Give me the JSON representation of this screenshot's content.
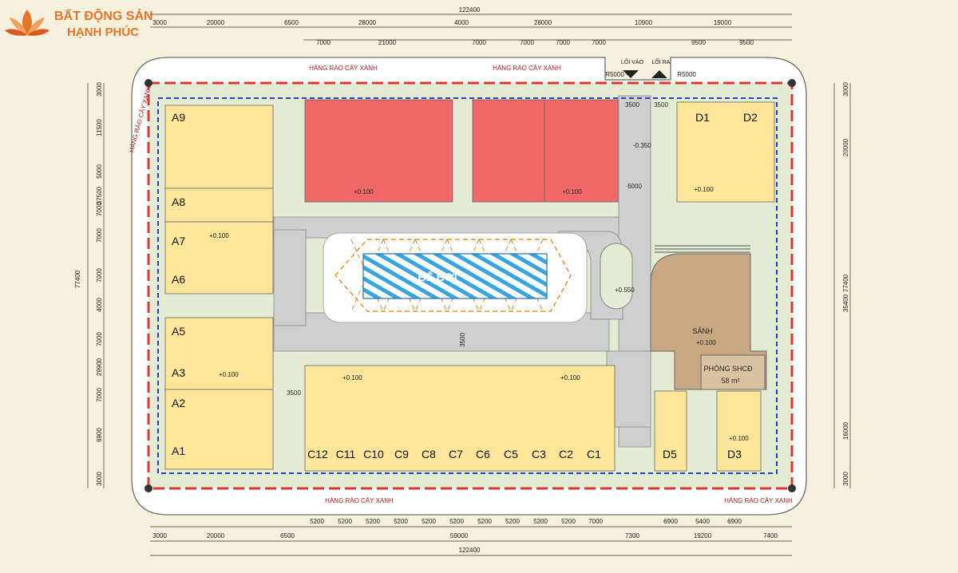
{
  "logo": {
    "line1": "BẤT ĐỘNG SẢN",
    "line2": "HẠNH PHÚC"
  },
  "colors": {
    "rowhouse": "#fde59a",
    "villa": "#f0686a",
    "community": "#c8a880",
    "pool": "#3aa4e0",
    "green": "#e3ecd2",
    "road": "#cfcfcf",
    "fence_red": "#d63a30",
    "fence_blue": "#2840c0"
  },
  "dims": {
    "total": "122400",
    "top_row1": [
      "3000",
      "20000",
      "6500",
      "28000",
      "4000",
      "28000",
      "10900",
      "19000"
    ],
    "top_row2": [
      "7000",
      "21000",
      "7000",
      "7000",
      "7000",
      "7000",
      "9500",
      "9500"
    ],
    "bottom_row1": [
      "5200",
      "5200",
      "5200",
      "5200",
      "5200",
      "5200",
      "5200",
      "5200",
      "5200",
      "5200",
      "7000",
      "6900",
      "5400",
      "6900"
    ],
    "bottom_row2": [
      "3000",
      "20000",
      "6500",
      "59000",
      "7300",
      "19200",
      "7400"
    ],
    "left_outer": [
      "3000",
      "11500",
      "5000",
      "37500",
      "7000",
      "7000",
      "7000",
      "4000",
      "7000",
      "29900",
      "7000",
      "6900",
      "3000"
    ],
    "left_total": "77400",
    "right": [
      "3000",
      "20000",
      "35400",
      "77400",
      "16000",
      "3000"
    ],
    "inner": [
      "3500",
      "3500",
      "6000",
      "3500",
      "3500"
    ]
  },
  "labels": {
    "fence": "HÀNG RÀO CÂY XANH",
    "entry": "LỐI VÀO",
    "exit": "LỐI RA",
    "radius": "R5000",
    "pool": "BỂ BƠI",
    "lobby": "SẢNH",
    "room": "PHÒNG SHCĐ",
    "room_area": "58 m²",
    "lvl_a": "+0.100",
    "lvl_b": "-0.350",
    "lvl_c": "+0.550"
  },
  "units": {
    "a": [
      "A9",
      "A8",
      "A7",
      "A6",
      "A5",
      "A3",
      "A2",
      "A1"
    ],
    "c": [
      "C12",
      "C11",
      "C10",
      "C9",
      "C8",
      "C7",
      "C6",
      "C5",
      "C3",
      "C2",
      "C1"
    ],
    "d": [
      "D1",
      "D2",
      "D5",
      "D3"
    ]
  }
}
